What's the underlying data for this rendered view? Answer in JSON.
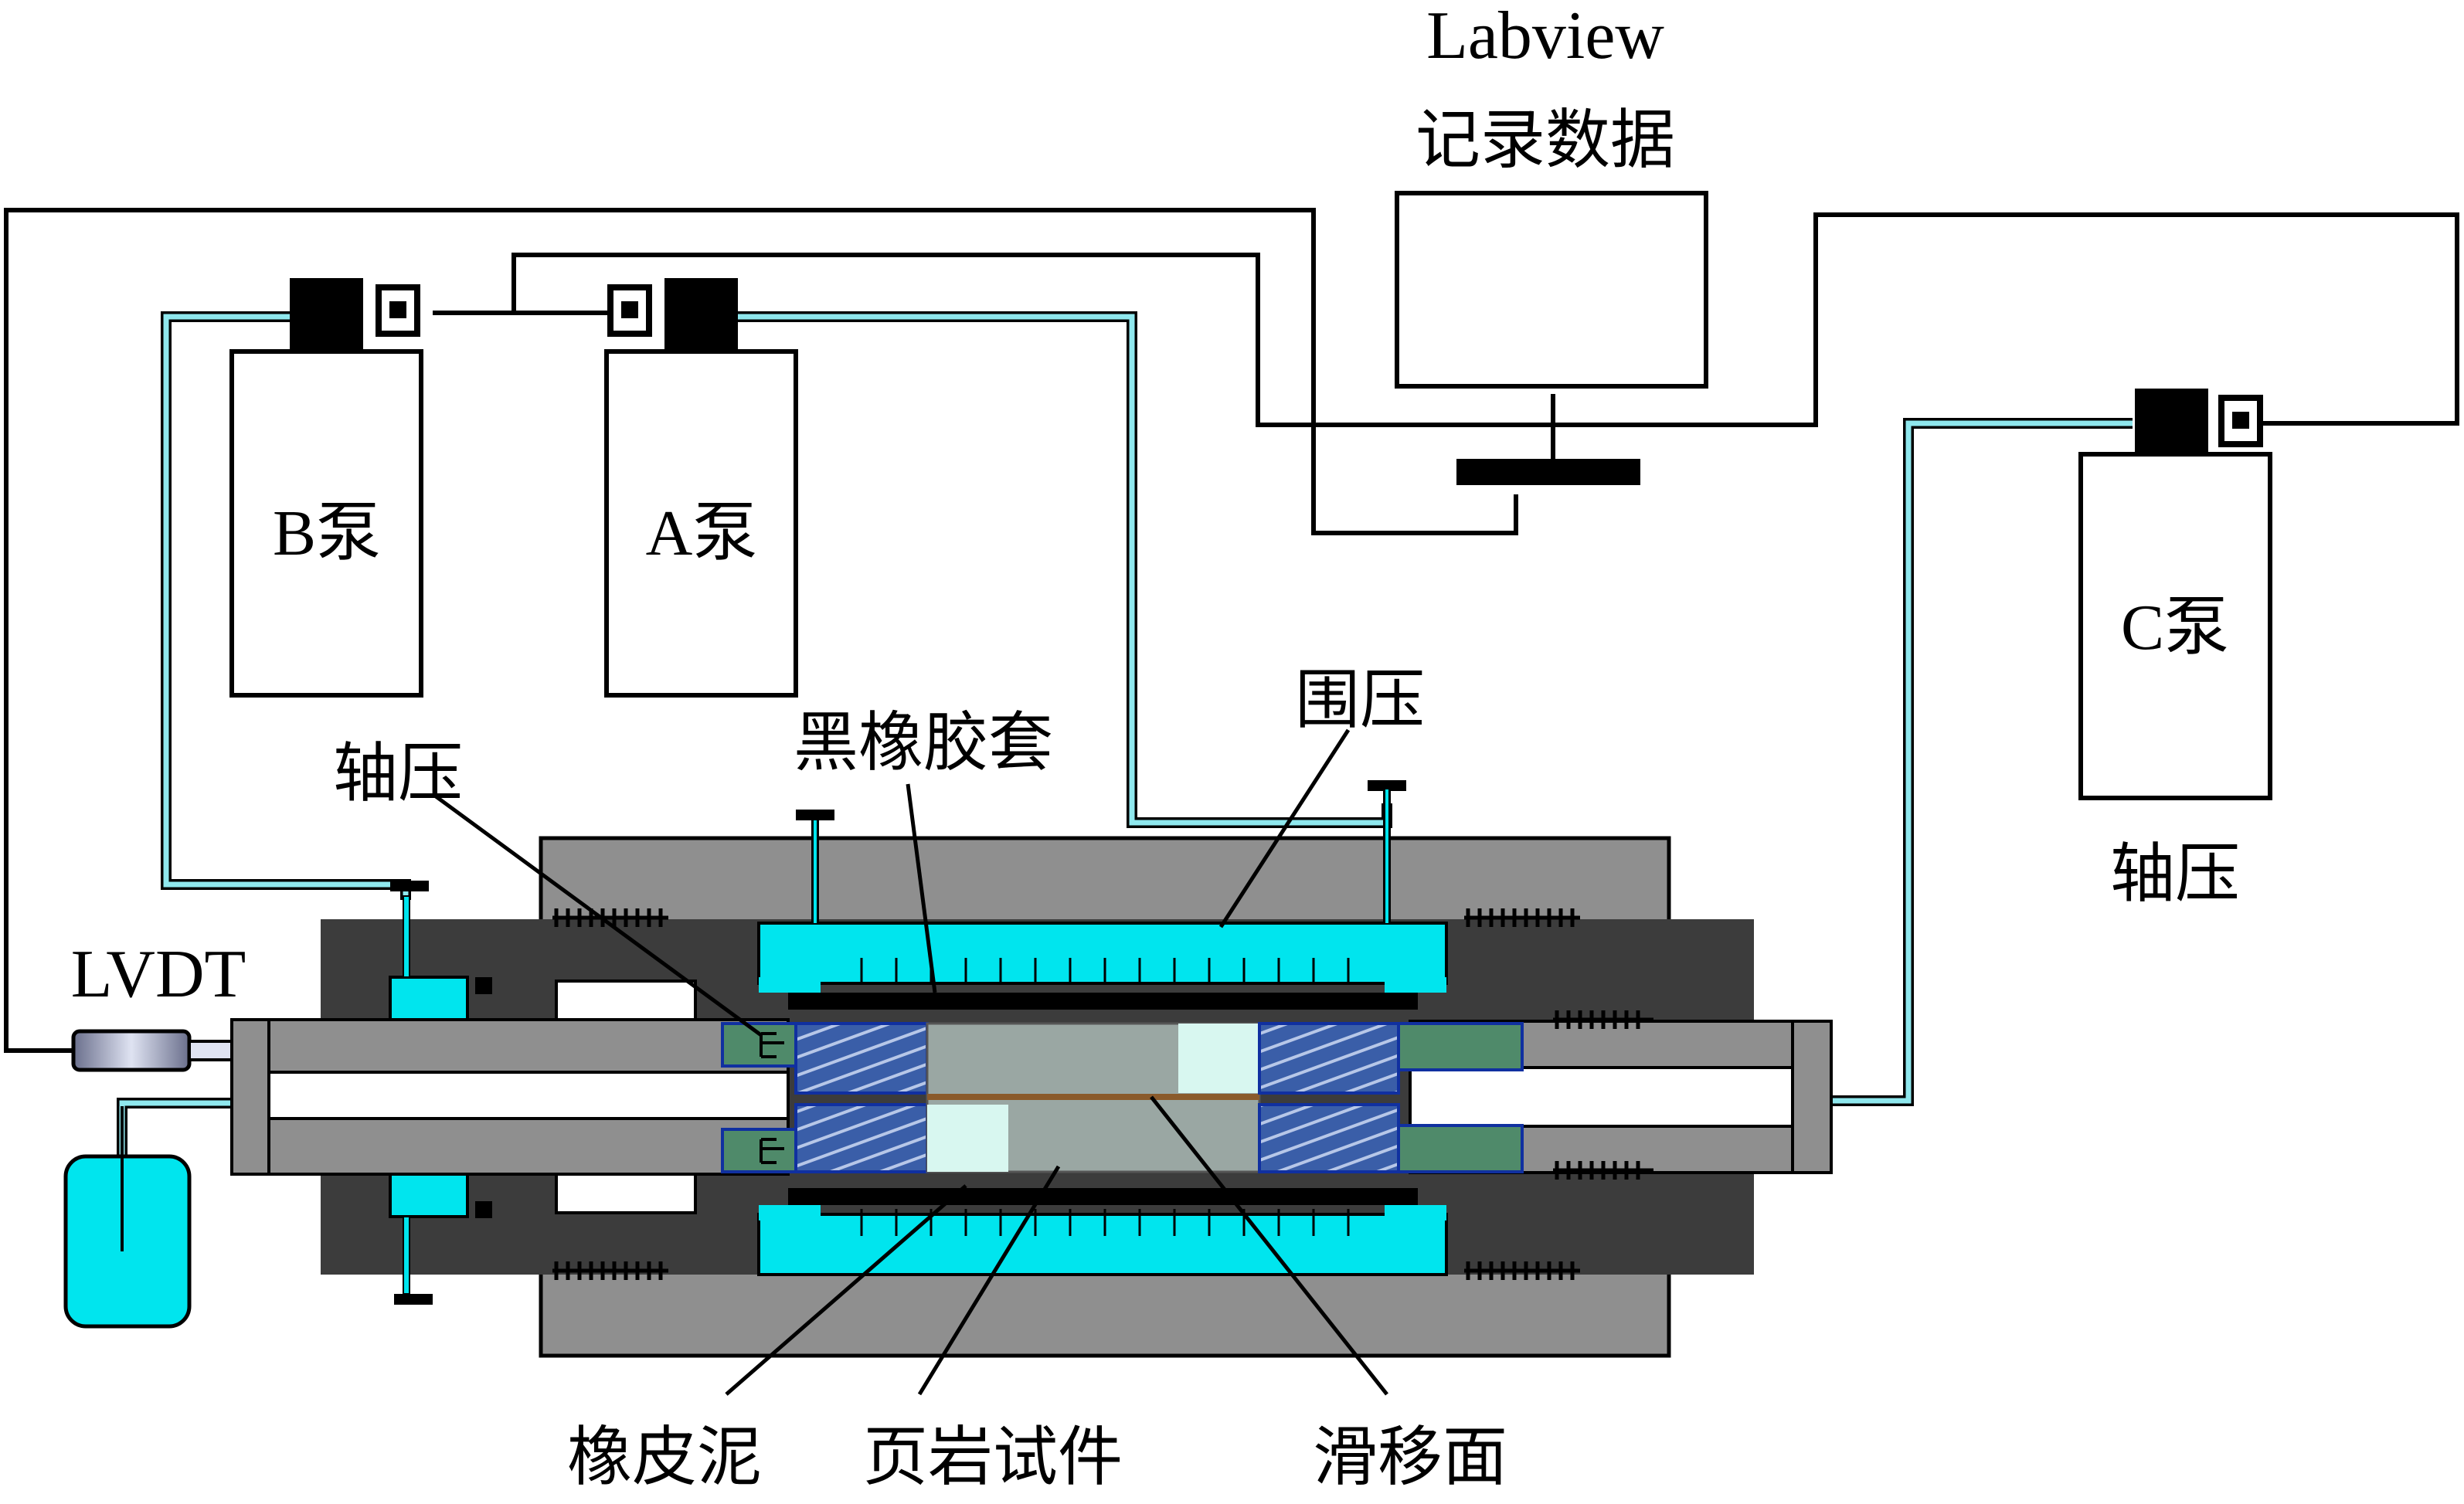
{
  "labels": {
    "labview": "Labview",
    "record_data": "记录数据",
    "pump_b": "B泵",
    "pump_a": "A泵",
    "pump_c": "C泵",
    "axial_pressure_left": "轴压",
    "axial_pressure_right": "轴压",
    "black_rubber_sleeve": "黑橡胶套",
    "confining_pressure": "围压",
    "lvdt": "LVDT",
    "putty": "橡皮泥",
    "shale_specimen": "页岩试件",
    "slip_surface": "滑移面"
  },
  "colors": {
    "fluid": "#00e5ee",
    "fluid_line": "#8fe8ee",
    "dark_body": "#3c3c3c",
    "gray_body": "#8f8f8f",
    "light_gray": "#b0b0b0",
    "piston_green": "#4f8a6a",
    "spring_blue": "#3a5ea8",
    "specimen": "#9aa7a3",
    "spacer": "#d8f7f0",
    "slip_line": "#8a5a2b"
  },
  "icons": {
    "pump_b": "pump-icon",
    "pump_a": "pump-icon",
    "pump_c": "pump-icon",
    "computer": "monitor-icon",
    "lvdt": "lvdt-sensor-icon",
    "reservoir": "reservoir-icon"
  }
}
